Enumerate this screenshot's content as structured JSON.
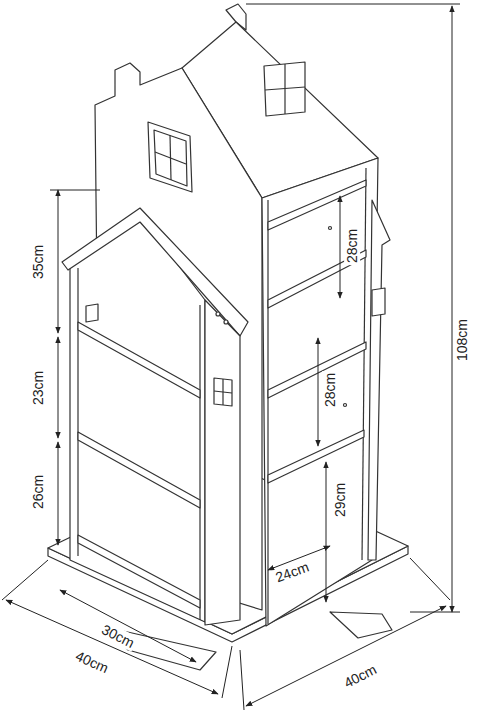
{
  "diagram": {
    "labels": [
      "35cm",
      "23cm",
      "26cm",
      "28cm",
      "28cm",
      "29cm",
      "24cm",
      "30cm",
      "40cm",
      "40cm",
      "108cm"
    ]
  }
}
